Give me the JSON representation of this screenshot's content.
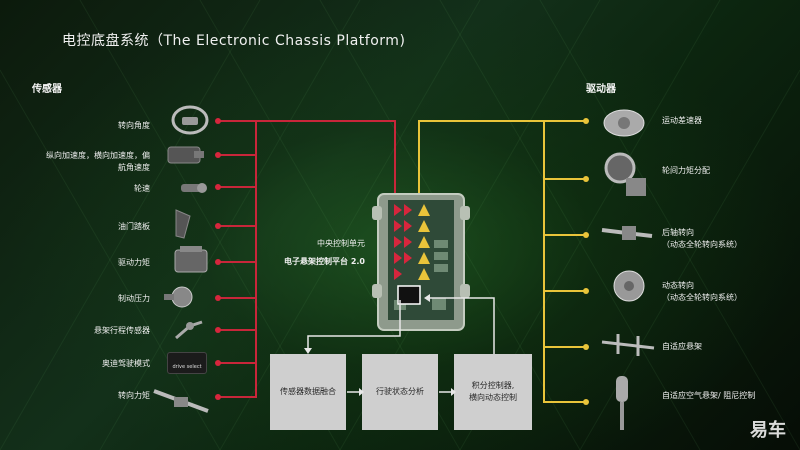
{
  "title": "电控底盘系统（The Electronic Chassis Platform)",
  "sensors": {
    "header": "传感器",
    "items": [
      "转向角度",
      "纵向加速度，横向加速度，偏航角速度",
      "轮速",
      "油门踏板",
      "驱动力矩",
      "制动压力",
      "悬架行程传感器",
      "奥迪驾驶模式",
      "转向力矩"
    ],
    "drive_select_text": "drive select"
  },
  "actuators": {
    "header": "驱动器",
    "items": [
      "运动差速器",
      "轮间力矩分配",
      "后轴转向\n（动态全轮转向系统）",
      "动态转向\n（动态全轮转向系统）",
      "自适应悬架",
      "自适应空气悬架/ 阻尼控制"
    ]
  },
  "central": {
    "line1": "中央控制单元",
    "line2": "电子悬架控制平台 2.0"
  },
  "process_boxes": [
    "传感器数据融合",
    "行驶状态分析",
    "积分控制器,\n横向动态控制"
  ],
  "watermark": "易车",
  "colors": {
    "sensor_line": "#c8263a",
    "actuator_line": "#e9c43a",
    "box_bg": "#cfcfcf"
  }
}
